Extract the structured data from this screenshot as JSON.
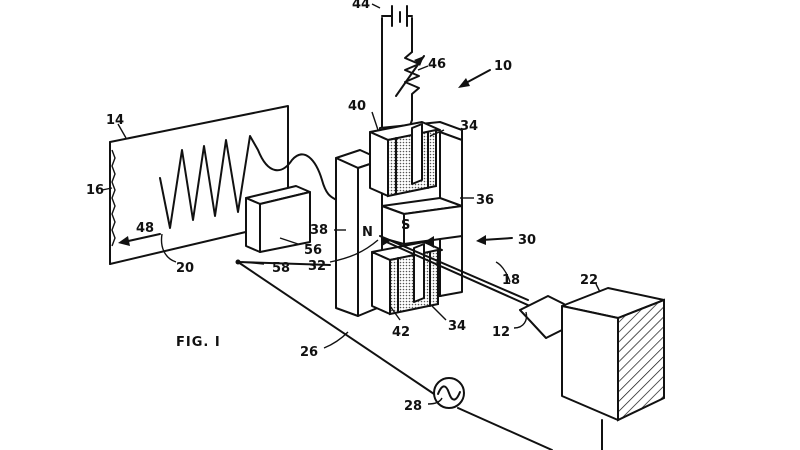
{
  "figure": {
    "caption": "FIG. I",
    "pole_north": "N",
    "pole_south": "S",
    "labels": {
      "l10": "10",
      "l12": "12",
      "l14": "14",
      "l16": "16",
      "l18": "18",
      "l20": "20",
      "l22": "22",
      "l26": "26",
      "l28": "28",
      "l30": "30",
      "l32": "32",
      "l34a": "34",
      "l34b": "34",
      "l36": "36",
      "l38": "38",
      "l40": "40",
      "l42": "42",
      "l44": "44",
      "l46": "46",
      "l48": "48",
      "l56": "56",
      "l58": "58"
    }
  }
}
